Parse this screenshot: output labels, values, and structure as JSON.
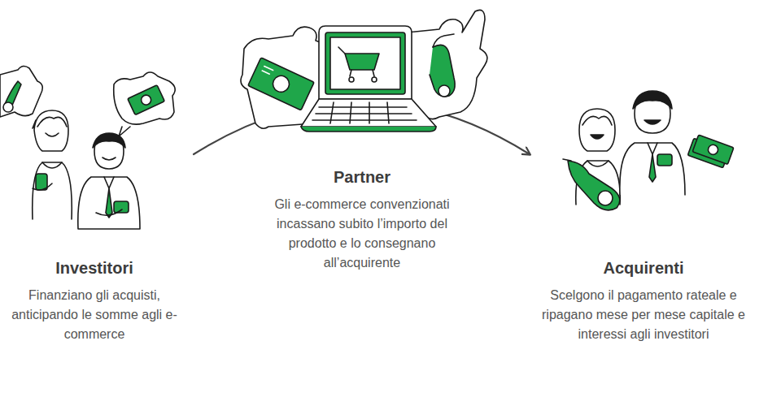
{
  "diagram": {
    "nodes": [
      {
        "text": [
          "Investitori",
          "Finanziano gli acquisti, anticipando le somme agli e-commerce"
        ]
      },
      {
        "text": [
          "Partner",
          "Gli e-commerce convenzionati incassano subito l’importo del prodotto e lo consegnano all’acquirente"
        ]
      },
      {
        "text": [
          "Acquirenti",
          "Scelgono il pagamento rateale e ripagano mese per mese capitale e interessi agli investitori"
        ]
      }
    ],
    "edges": [
      {
        "from": 0,
        "to": 2,
        "arrow": "to"
      }
    ]
  }
}
